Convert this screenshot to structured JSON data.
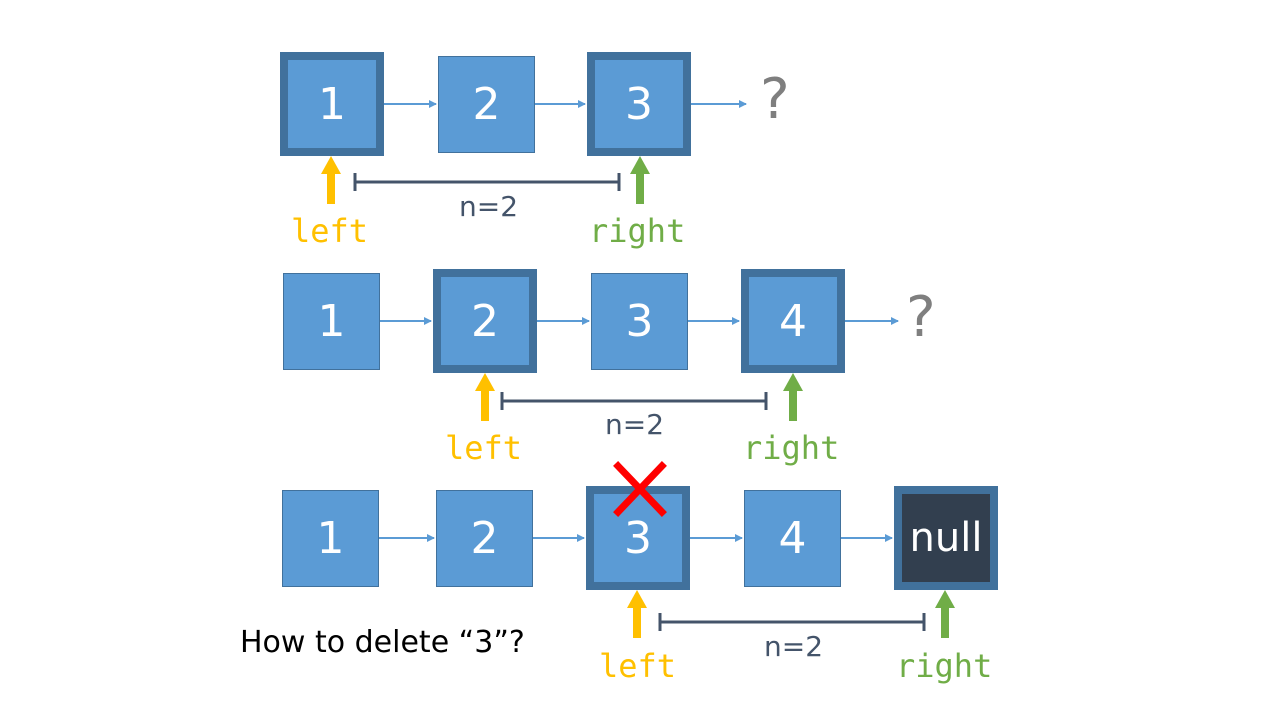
{
  "colors": {
    "node_fill": "#5b9bd5",
    "node_border": "#41719c",
    "null_fill": "#323f4f",
    "link_arrow": "#5b9bd5",
    "left_pointer": "#ffc000",
    "right_pointer": "#70ad47",
    "gap_bracket": "#44546a",
    "question_mark": "#7f7f7f",
    "delete_mark": "#ff0000"
  },
  "rows": [
    {
      "nodes": [
        "1",
        "2",
        "3"
      ],
      "tail": "?",
      "left_label": "left",
      "right_label": "right",
      "gap_label": "n=2"
    },
    {
      "nodes": [
        "1",
        "2",
        "3",
        "4"
      ],
      "tail": "?",
      "left_label": "left",
      "right_label": "right",
      "gap_label": "n=2"
    },
    {
      "nodes": [
        "1",
        "2",
        "3",
        "4",
        "null"
      ],
      "left_label": "left",
      "right_label": "right",
      "gap_label": "n=2"
    }
  ],
  "question": "How to delete “3”?"
}
